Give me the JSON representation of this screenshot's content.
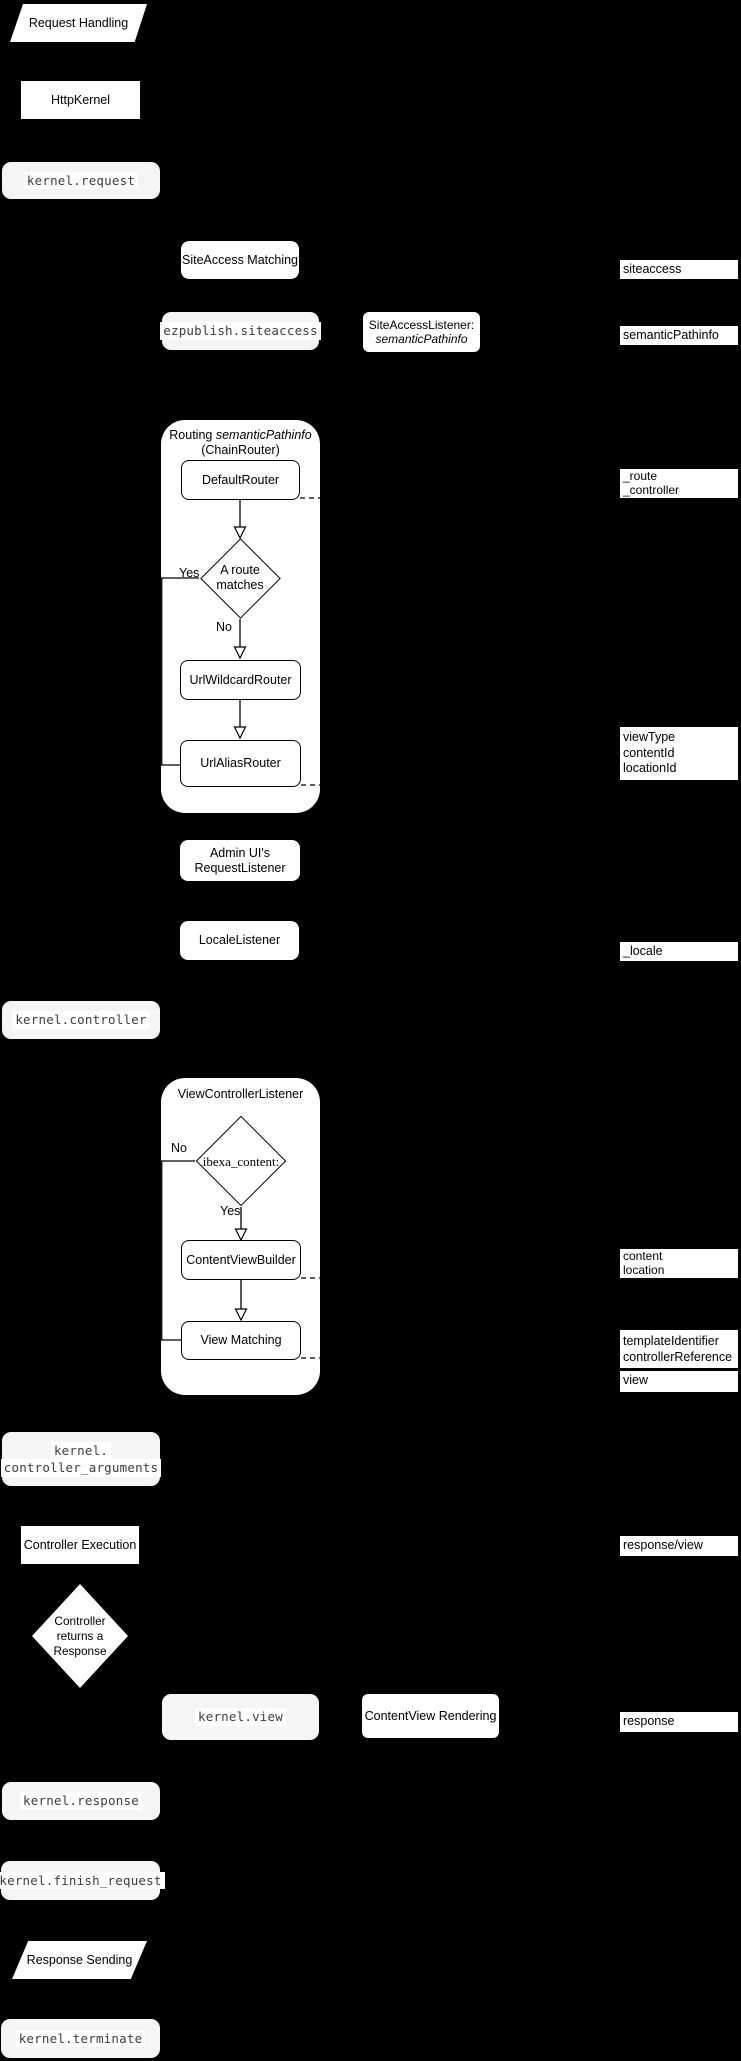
{
  "colors": {
    "background": "#000000",
    "box_fill": "#ffffff",
    "event_fill": "#f5f5f5",
    "mono_text": "#3d3d3d",
    "text": "#000000"
  },
  "nodes": {
    "request_handling": {
      "label": "Request Handling"
    },
    "http_kernel": {
      "label": "HttpKernel"
    },
    "kernel_request": {
      "label": "kernel.request"
    },
    "siteaccess_matching": {
      "label": "SiteAccess Matching"
    },
    "ezpublish_siteaccess": {
      "label": "ezpublish.siteaccess"
    },
    "siteaccess_listener": {
      "line1": "SiteAccessListener:",
      "line2": "semanticPathinfo"
    },
    "admin_request_listener": {
      "line1": "Admin UI's",
      "line2": "RequestListener"
    },
    "locale_listener": {
      "label": "LocaleListener"
    },
    "kernel_controller": {
      "label": "kernel.controller"
    },
    "kernel_controller_arguments": {
      "line1": "kernel.",
      "line2": "controller_arguments"
    },
    "controller_execution": {
      "label": "Controller Execution"
    },
    "controller_returns_response": {
      "line1": "Controller",
      "line2": "returns a",
      "line3": "Response"
    },
    "kernel_view": {
      "label": "kernel.view"
    },
    "contentview_rendering": {
      "label": "ContentView Rendering"
    },
    "kernel_response": {
      "label": "kernel.response"
    },
    "kernel_finish_request": {
      "label": "kernel.finish_request"
    },
    "response_sending": {
      "label": "Response Sending"
    },
    "kernel_terminate": {
      "label": "kernel.terminate"
    }
  },
  "routing_group": {
    "title_prefix": "Routing ",
    "title_italic": "semanticPathinfo",
    "title_line2": "(ChainRouter)",
    "default_router": "DefaultRouter",
    "decision_line1": "A route",
    "decision_line2": "matches",
    "yes_label": "Yes",
    "no_label": "No",
    "url_wildcard_router": "UrlWildcardRouter",
    "url_alias_router": "UrlAliasRouter"
  },
  "view_group": {
    "title": "ViewControllerListener",
    "decision": "ibexa_content:",
    "no_label": "No",
    "yes_label": "Yes",
    "content_view_builder": "ContentViewBuilder",
    "view_matching": "View Matching"
  },
  "bars": {
    "siteaccess": "siteaccess",
    "semantic_pathinfo": "semanticPathinfo",
    "route": {
      "line1": "_route",
      "line2": "_controller"
    },
    "view_params": {
      "line1": "viewType",
      "line2": "contentId",
      "line3": "locationId"
    },
    "locale": "_locale",
    "content_location": {
      "line1": "content",
      "line2": "location"
    },
    "template": {
      "line1": "templateIdentifier",
      "line2": "controllerReference"
    },
    "view": "view",
    "response_view": "response/view",
    "response": "response"
  }
}
